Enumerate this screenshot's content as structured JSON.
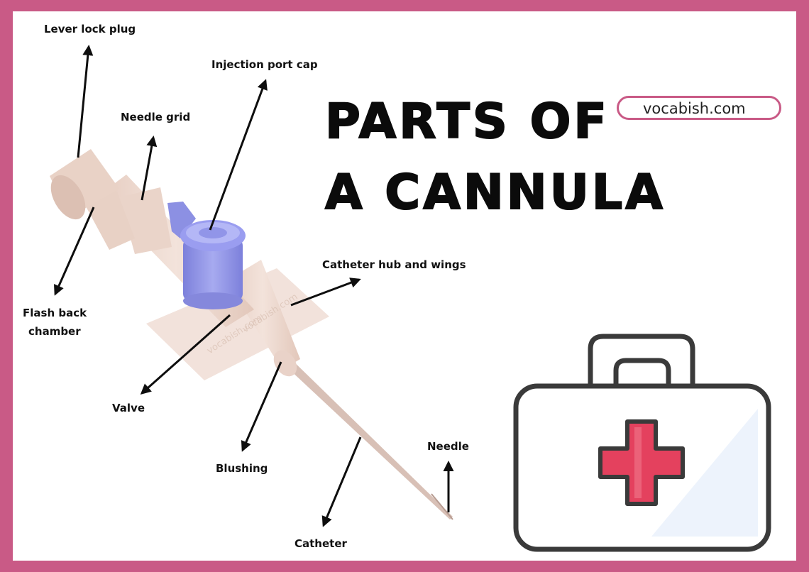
{
  "title": {
    "line1": "PARTS OF",
    "line2": "A CANNULA"
  },
  "search": {
    "text": "vocabish.com",
    "icon_left": "search-icon",
    "icon_right": "microphone-icon"
  },
  "watermark": "vocabish.com",
  "labels": {
    "lever_lock_plug": "Lever lock plug",
    "injection_port_cap": "Injection port cap",
    "needle_grid": "Needle grid",
    "flash_back_line1": "Flash back",
    "flash_back_line2": "chamber",
    "catheter_hub": "Catheter hub and wings",
    "valve": "Valve",
    "blushing": "Blushing",
    "needle": "Needle",
    "catheter": "Catheter"
  },
  "colors": {
    "frame": "#c95a86",
    "background": "#ffffff",
    "cannula_body": "#ecd6cc",
    "injection_cap": "#8f92e6",
    "medical_cross": "#e4415e",
    "kit_outline": "#3a3a3a"
  },
  "icons": [
    "arrow-icon",
    "first-aid-kit-icon",
    "medical-cross-icon"
  ]
}
